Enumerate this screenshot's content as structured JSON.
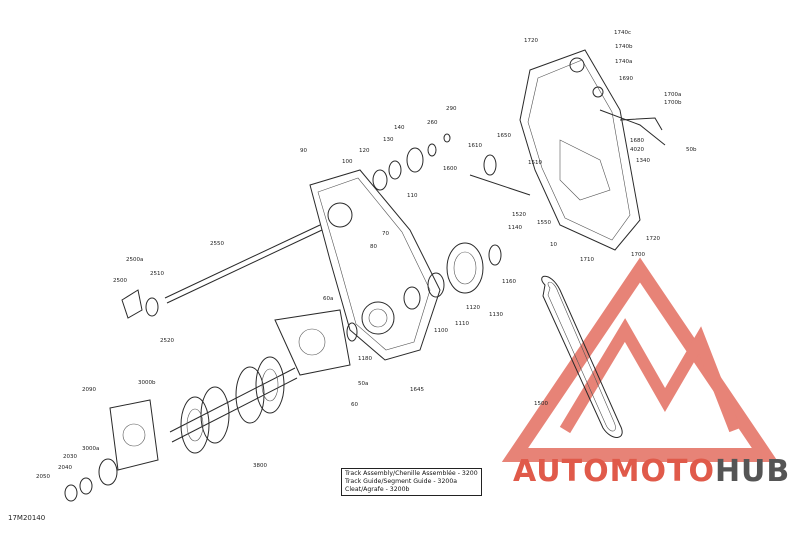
{
  "diagram_code": "17M20140",
  "reference_box": {
    "lines": [
      "Track Assembly/Chenille Assemblée - 3200",
      "Track Guide/Segment Guide - 3200a",
      "Cleat/Agrafe - 3200b"
    ]
  },
  "watermark": {
    "brand_part1": "AUTOMOTO",
    "brand_part2": "HUB",
    "logo_icon": "triangle-m-logo-icon",
    "accent_color": "#e05a4a",
    "secondary_color": "#555555"
  },
  "callouts": [
    "1720",
    "1740c",
    "1740b",
    "1740a",
    "1690",
    "1700a",
    "1700b",
    "1680",
    "4020",
    "1340",
    "50b",
    "290",
    "260",
    "140",
    "130",
    "120",
    "110",
    "100",
    "90",
    "1650",
    "1610",
    "1600",
    "1510",
    "1520",
    "1550",
    "1140",
    "10",
    "1720",
    "1700",
    "1710",
    "2550",
    "2500a",
    "2500",
    "2510",
    "2520",
    "70",
    "80",
    "1180",
    "1160",
    "1120",
    "1130",
    "1100",
    "1110",
    "60a",
    "50a",
    "1645",
    "60",
    "3000b",
    "2090",
    "3000a",
    "2030",
    "2040",
    "2050",
    "3800",
    "1500"
  ]
}
